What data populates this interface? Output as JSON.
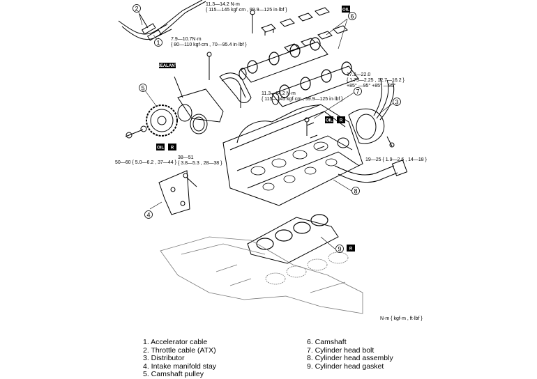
{
  "torque_specs": [
    {
      "id": "t1",
      "line1": "11.3—14.2 N·m",
      "line2": "{ 115—145 kgf·cm , 99.9—125 in·lbf }"
    },
    {
      "id": "t2",
      "line1": "7.9—10.7N·m",
      "line2": "{ 80—110 kgf·cm , 70—95.4 in·lbf }"
    },
    {
      "id": "t3",
      "line1": "11.3—14.2 N·m",
      "line2": "{ 115—145 kgf·cm , 99.9—125 in·lbf }"
    },
    {
      "id": "t4",
      "line1": "17.2—22.0",
      "line2": "{ 1.75—2.25 , 12.7—16.2 }",
      "line3": "+85° —95° +85° —95°"
    },
    {
      "id": "t5",
      "line1": "50—60 { 5.0—6.2 , 37—44 }"
    },
    {
      "id": "t6",
      "line1": "38—51",
      "line2": "{ 3.8—5.3 , 28—38 }"
    },
    {
      "id": "t7",
      "line1": "19—25 { 1.9—2.6 , 14—18 }"
    }
  ],
  "callouts": [
    "1",
    "2",
    "3",
    "4",
    "5",
    "6",
    "7",
    "8",
    "9"
  ],
  "tags": {
    "oil": "OIL",
    "replace": "R",
    "sealant": "SEALANT"
  },
  "units_note": "N·m { kgf·m , ft·lbf }",
  "legend": {
    "left": [
      "1.  Accelerator cable",
      "2.  Throttle cable (ATX)",
      "3.  Distributor",
      "4.  Intake manifold stay",
      "5.  Camshaft pulley"
    ],
    "right": [
      "6.  Camshaft",
      "7.  Cylinder head bolt",
      "8.  Cylinder head assembly",
      "9.  Cylinder head gasket"
    ]
  }
}
